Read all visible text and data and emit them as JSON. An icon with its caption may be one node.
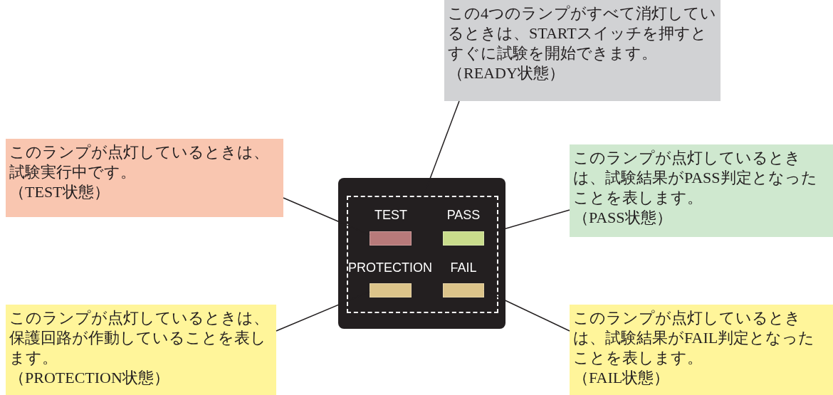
{
  "diagram": {
    "nodes": [
      {
        "text": [
          "この4つのランプがすべて消灯しているときは、STARTスイッチを押すとすぐに試験を開始できます。",
          "（READY状態）"
        ]
      },
      {
        "text": [
          "このランプが点灯しているときは、試験実行中です。",
          "（TEST状態）"
        ]
      },
      {
        "text": [
          "このランプが点灯しているときは、試験結果がPASS判定となったことを表します。",
          "（PASS状態）"
        ]
      },
      {
        "text": [],
        "shape": "box"
      },
      {
        "text": [],
        "shape": "box",
        "in": 3
      },
      {
        "text": [],
        "shape": "bar",
        "in": 4,
        "beside": [
          "TEST"
        ]
      },
      {
        "text": [],
        "shape": "bar",
        "in": 4,
        "beside": [
          "PASS"
        ]
      },
      {
        "text": [],
        "shape": "bar",
        "in": 4,
        "beside": [
          "PROTECTION"
        ]
      },
      {
        "text": [],
        "shape": "bar",
        "in": 4,
        "beside": [
          "FAIL"
        ]
      },
      {
        "text": [
          "このランプが点灯しているときは、保護回路が作動していることを表します。",
          "（PROTECTION状態）"
        ]
      },
      {
        "text": [
          "このランプが点灯しているときは、試験結果がFAIL判定となったことを表します。",
          "（FAIL状態）"
        ]
      }
    ],
    "edges": [
      {
        "from": 0,
        "to": 4,
        "arrow": "none"
      },
      {
        "from": 1,
        "to": 5,
        "arrow": "none"
      },
      {
        "from": 2,
        "to": 6,
        "arrow": "none"
      },
      {
        "from": 9,
        "to": 7,
        "arrow": "none"
      },
      {
        "from": 10,
        "to": 8,
        "arrow": "none"
      }
    ]
  }
}
